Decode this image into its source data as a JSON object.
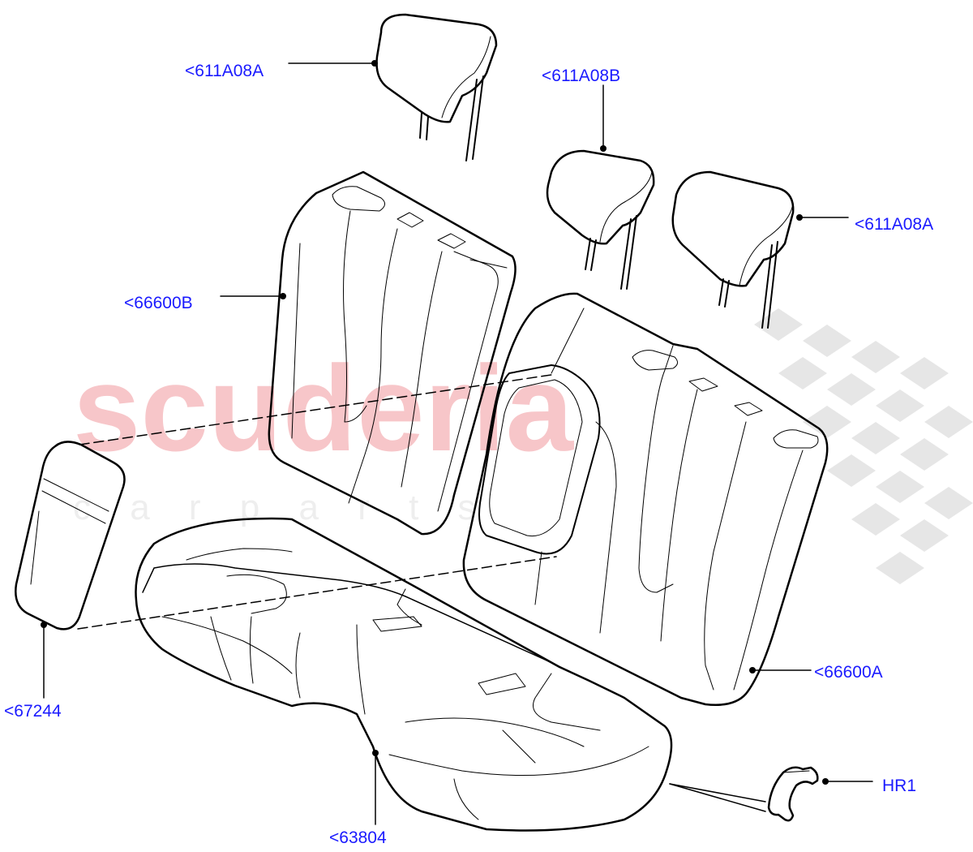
{
  "watermark": {
    "main": "scuderia",
    "sub": "c a r   p a r t s",
    "color": "#f7c6c9",
    "checker_color": "#e2e2e2"
  },
  "colors": {
    "callout_text": "#1a1aff",
    "line": "#000000"
  },
  "callouts": {
    "headrest_top": "<611A08A",
    "headrest_mid": "<611A08B",
    "headrest_right": "<611A08A",
    "backrest_left": "<66600B",
    "backrest_right": "<66600A",
    "armrest": "<67244",
    "cushion": "<63804",
    "clip": "HR1"
  }
}
